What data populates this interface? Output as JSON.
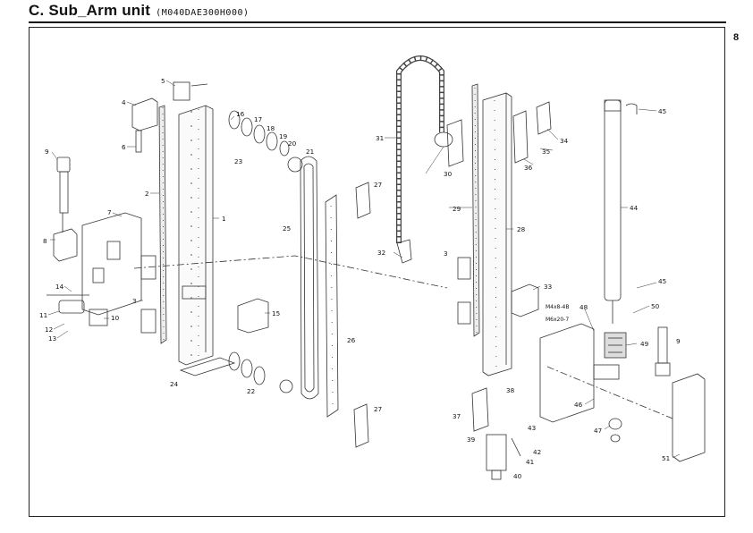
{
  "header": {
    "title": "C. Sub_Arm unit",
    "model_code": "(M040DAE300H000)"
  },
  "page_number": "8",
  "callouts": [
    "1",
    "2",
    "3",
    "4",
    "5",
    "6",
    "7",
    "8",
    "9",
    "10",
    "11",
    "12",
    "13",
    "14",
    "15",
    "16",
    "17",
    "18",
    "19",
    "20",
    "21",
    "22",
    "23",
    "24",
    "25",
    "26",
    "27",
    "28",
    "29",
    "30",
    "31",
    "32",
    "33",
    "34",
    "35",
    "36",
    "37",
    "38",
    "39",
    "40",
    "41",
    "42",
    "43",
    "44",
    "45",
    "46",
    "47",
    "48",
    "49",
    "50",
    "51"
  ],
  "fastener_specs": [
    "M4x8-4B",
    "M6x20-7"
  ]
}
